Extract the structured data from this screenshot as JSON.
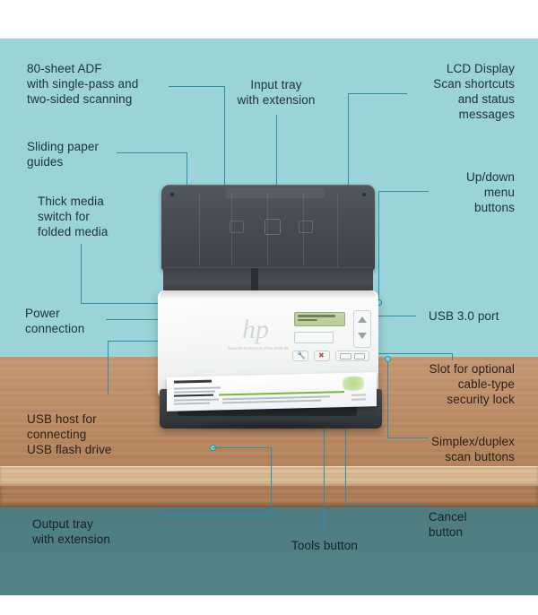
{
  "diagram": {
    "subject": "HP ScanJet Enterprise Flow 5000 s5 document scanner",
    "device_model_text": "ScanJet Enterprise Flow 5000 s5",
    "brand_logo": "hp",
    "colors": {
      "background_top": "#9ad3d8",
      "background_bottom": "#4e7c82",
      "wood_desk": "#bd8a61",
      "leader_line": "#2f8fa8",
      "label_text": "#20333a",
      "lcd_screen": "#c2d29f",
      "cancel_icon": "#c0504d",
      "tools_icon": "#3f6f93",
      "paper_accent": "#7cb342"
    }
  },
  "callouts": {
    "adf": "80-sheet ADF\nwith single-pass and\ntwo-sided scanning",
    "sliding_guides": "Sliding paper\nguides",
    "thick_media": "Thick media\nswitch for\nfolded media",
    "power": "Power\nconnection",
    "usb_host": "USB host for\nconnecting\nUSB flash drive",
    "output_tray": "Output tray\nwith extension",
    "input_tray": "Input tray\nwith extension",
    "tools_button": "Tools button",
    "lcd": "LCD Display\nScan shortcuts\nand status\nmessages",
    "updown": "Up/down\nmenu\nbuttons",
    "usb_port": "USB 3.0 port",
    "security_lock": "Slot for optional\ncable-type\nsecurity lock",
    "simplex_duplex": "Simplex/duplex\nscan buttons",
    "cancel_button": "Cancel\nbutton"
  }
}
